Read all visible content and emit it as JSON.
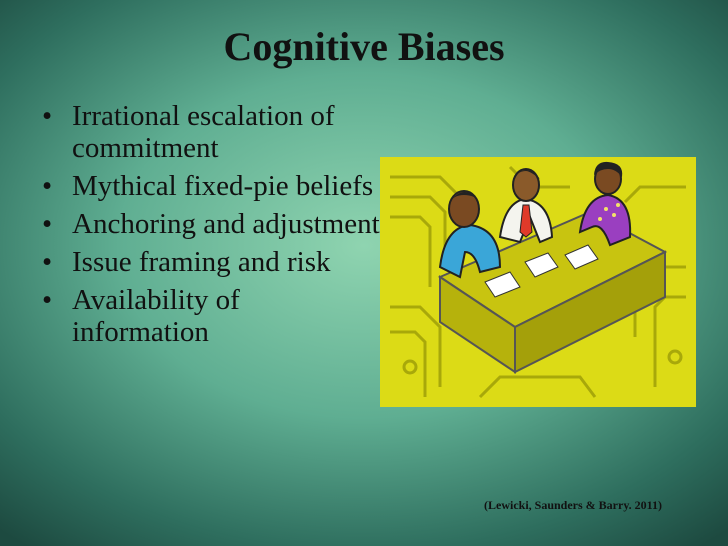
{
  "slide": {
    "title": "Cognitive Biases",
    "bullets": [
      "Irrational escalation of commitment",
      "Mythical fixed-pie beliefs",
      "Anchoring and adjustment",
      "Issue framing and risk",
      "Availability of information"
    ],
    "citation": "(Lewicki, Saunders & Barry. 2011)",
    "clipart": {
      "icon": "people-at-negotiation-table-icon",
      "background_color": "#dcdb16"
    }
  }
}
